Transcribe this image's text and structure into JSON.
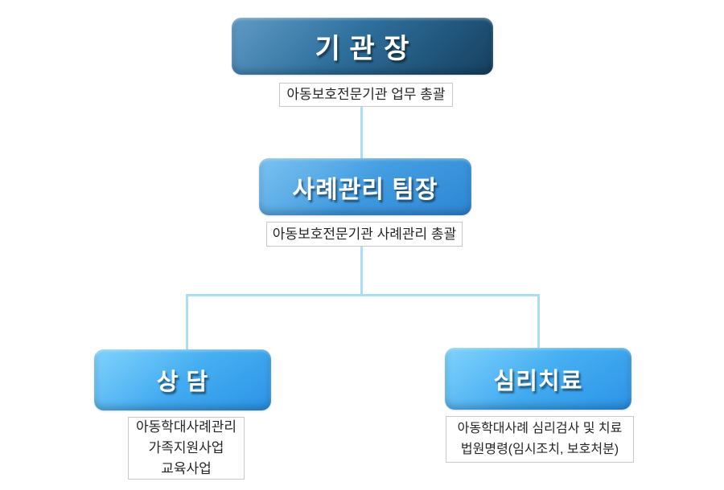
{
  "colors": {
    "connector": "#AADEF7",
    "root_grad_start": "#4187B9",
    "root_grad_mid": "#2E6F9C",
    "root_grad_end": "#16405F",
    "leader_grad_start": "#55B0EC",
    "leader_grad_end": "#2E86D3",
    "leaf_grad_start": "#5CC5FB",
    "leaf_grad_end": "#2B93E6",
    "caption_border": "#C9C9C9",
    "caption_text": "#262626",
    "node_text": "#FFFFFF"
  },
  "org_chart": {
    "root": {
      "title": "기 관 장",
      "caption": "아동보호전문기관 업무 총괄"
    },
    "leader": {
      "title": "사례관리 팀장",
      "caption": "아동보호전문기관 사례관리 총괄"
    },
    "teams": [
      {
        "title": "상 담",
        "caption_lines": [
          "아동학대사례관리",
          "가족지원사업",
          "교육사업"
        ]
      },
      {
        "title": "심리치료",
        "caption_lines": [
          "아동학대사례 심리검사 및 치료",
          "법원명령(임시조치, 보호처분)"
        ]
      }
    ]
  }
}
